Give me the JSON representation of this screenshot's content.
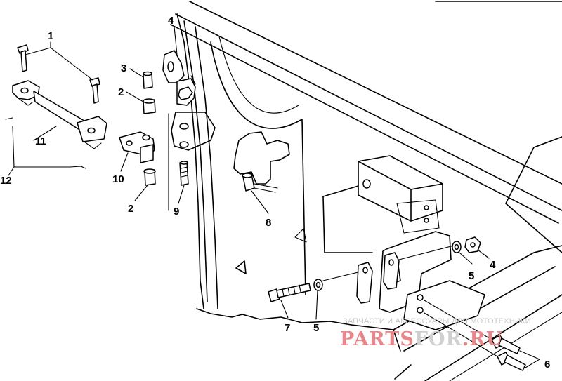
{
  "callouts": {
    "c1": "1",
    "c2a": "2",
    "c2b": "2",
    "c3": "3",
    "c4a": "4",
    "c4b": "4",
    "c5a": "5",
    "c5b": "5",
    "c6": "6",
    "c7": "7",
    "c8": "8",
    "c9": "9",
    "c10": "10",
    "c11": "11",
    "c12": "12"
  },
  "watermark": {
    "tagline": "ЗАПЧАСТИ И АКСЕССУАРЫ ДЛЯ МОТОТЕХНИКИ",
    "logo_part1": "PARTS",
    "logo_part2": "FOR",
    "logo_part3": ".RU",
    "color_primary": "#e8868a",
    "color_secondary": "#d0d0d0"
  }
}
